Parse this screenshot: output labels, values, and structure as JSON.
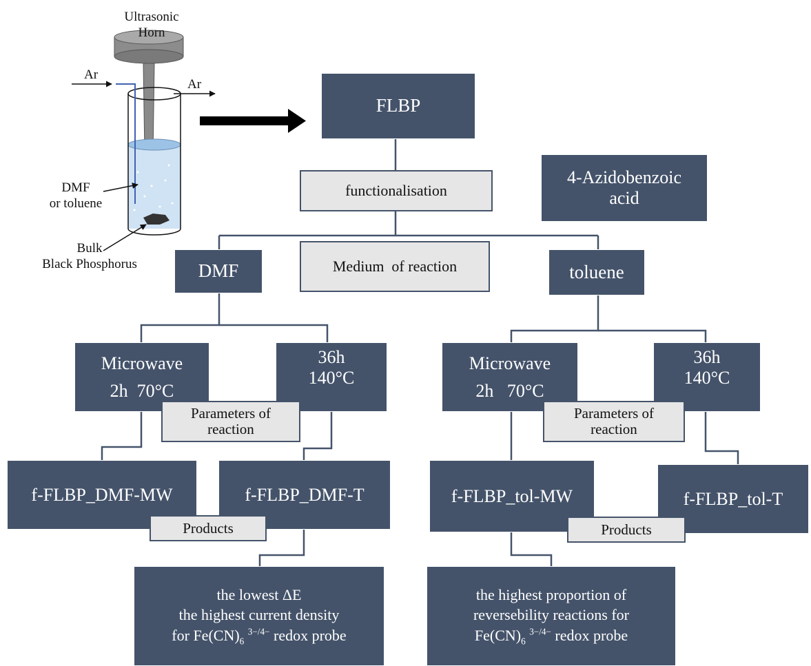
{
  "apparatus": {
    "horn_label": "Ultrasonic\nHorn",
    "gas_in": "Ar",
    "gas_out": "Ar",
    "solvent_label": "DMF\nor toluene",
    "bulk_label": "Bulk\nBlack Phosphorus"
  },
  "nodes": {
    "flbp": "FLBP",
    "functionalisation": "functionalisation",
    "reagent": "4-Azidobenzoic\nacid",
    "dmf": "DMF",
    "medium": "Medium  of reaction",
    "toluene": "toluene",
    "dmf_mw_line1": "Microwave",
    "dmf_mw_line2": "2h  70°C",
    "dmf_t_line1": "36h",
    "dmf_t_line2": "140°C",
    "params_left": "Parameters of\nreaction",
    "tol_mw_line1": "Microwave",
    "tol_mw_line2": "2h   70°C",
    "tol_t_line1": "36h",
    "tol_t_line2": "140°C",
    "params_right": "Parameters of\nreaction",
    "prod_dmf_mw": "f-FLBP_DMF-MW",
    "prod_dmf_t": "f-FLBP_DMF-T",
    "products_left": "Products",
    "prod_tol_mw": "f-FLBP_tol-MW",
    "prod_tol_t": "f-FLBP_tol-T",
    "products_right": "Products"
  },
  "results": {
    "left_line1": "the lowest ΔE",
    "left_line2": "the highest current density",
    "left_line3_pre": "for Fe(CN)",
    "left_sub": "6",
    "left_sup": "3−/4−",
    "left_line3_post": " redox probe",
    "right_line1": "the highest proportion of",
    "right_line2": "reversebility reactions for",
    "right_line3_pre": "Fe(CN)",
    "right_sub": "6",
    "right_sup": "3−/4−",
    "right_line3_post": " redox probe"
  },
  "colors": {
    "box_dark": "#44536a",
    "box_light": "#e6e6e6",
    "connector": "#44536a",
    "gas_line": "#3f62b0"
  }
}
